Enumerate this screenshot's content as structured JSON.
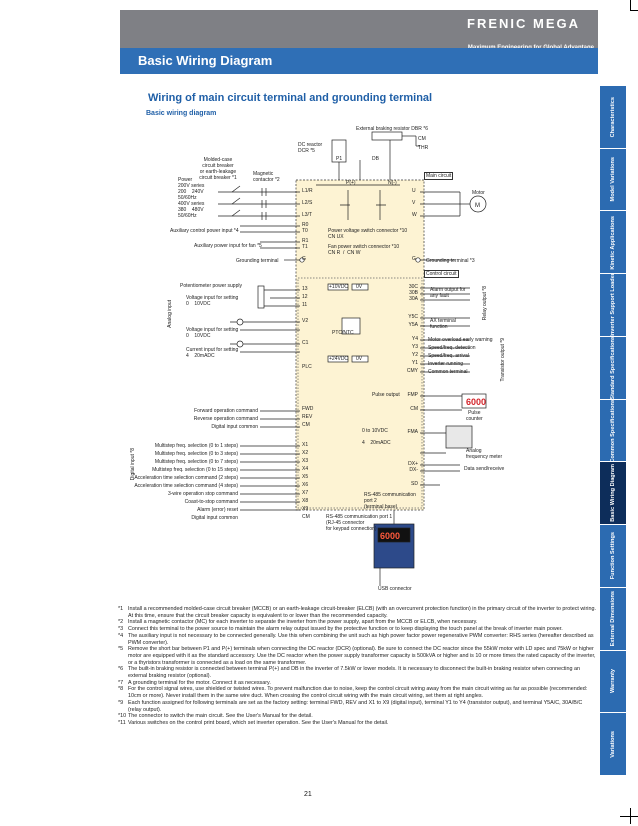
{
  "header": {
    "brand": "FRENIC MEGA",
    "tagline": "Maximum Engineering for Global Advantage",
    "title": "Basic Wiring Diagram"
  },
  "section_title": "Wiring of main circuit terminal and grounding terminal",
  "subsection_title": "Basic wiring diagram",
  "sidebar": {
    "tabs": [
      {
        "label": "Characteristics"
      },
      {
        "label": "Model Variations"
      },
      {
        "label": "Kinetic Applications"
      },
      {
        "label": "Inverter Support Loader"
      },
      {
        "label": "Standard Specifications"
      },
      {
        "label": "Common Specifications"
      },
      {
        "label": "Basic Wiring Diagram"
      },
      {
        "label": "Function Settings"
      },
      {
        "label": "External Dimensions"
      },
      {
        "label": "Warranty"
      },
      {
        "label": "Variations"
      }
    ],
    "active_index": 6
  },
  "diagram": {
    "mccb": "Molded-case\ncircuit breaker\nor earth-leakage\ncircuit breaker *1",
    "mc": "Magnetic\ncontactor *2",
    "power": "Power\n200V series\n200    240V\n50/60Hz\n400V series\n380    480V\n50/60Hz",
    "aux_ctrl": "Auxiliary control power input *4",
    "aux_fan": "Auxiliary power input for fan *5",
    "ground_l": "Grounding terminal",
    "ground_r": "Grounding terminal *3",
    "dcr": "DC reactor\nDCR *5",
    "dbr": "External braking resistor DBR *6",
    "cm_top": "CM",
    "thr": "THR",
    "main_circuit": "Main circuit",
    "motor": "Motor",
    "voltage_sw": "Power voltage switch connector *10\nCN UX",
    "fan_sw": "Fan power switch connector *10\nCN R  /  CN W",
    "control_circuit": "Control circuit",
    "pot": "Potentiometer power supply",
    "v_setting1": "Voltage input for setting\n0    10VDC",
    "analog_input": "Analog input",
    "v_setting2": "Voltage input for setting\n0    10VDC",
    "i_setting": "Current input for setting\n4    20mADC",
    "ptc": "PTC/NTC",
    "fwd": "Forward operation command",
    "rev": "Reverse operation command",
    "dig_common1": "Digital input common",
    "multi": [
      "Multistep freq. selection (0 to 1 steps)",
      "Multistep freq. selection (0 to 3 steps)",
      "Multistep freq. selection (0 to 7 steps)",
      "Multistep freq. selection (0 to 15 steps)",
      "Acceleration time selection command (2 steps)",
      "Acceleration time selection command (4 steps)",
      "3-wire operation stop command",
      "Coast-to-stop command",
      "Alarm (error) reset",
      "Digital input common"
    ],
    "digital_input": "Digital input *8",
    "alarm_out": "Alarm output for\nany fault",
    "relay_out": "Relay output *8",
    "ax_term": "AX terminal\nfunction",
    "transistor_out": [
      "Motor overload early warning",
      "Speed/freq. detection",
      "Speed/freq. arrival",
      "Inverter running",
      "Common terminal"
    ],
    "transistor_label": "Transistor output *9",
    "pulse_out": "Pulse output",
    "pulse_counter": "Pulse\ncounter",
    "counter_value": "6000",
    "analog_meter": "Analog\nfrequency meter",
    "data_send": "Data send/receive",
    "rs485_2": "RS-485 communication\nport 2\n(terminal base)",
    "rs485_1": "RS-485 communication port 1\n(RJ-45 connector\nfor keypad connection)",
    "usb": "USB connector",
    "keypad_value": "6000",
    "fm_range1": "0 to 10VDC",
    "fm_range2": "4    20mADC",
    "terminals_left": [
      "L1/R",
      "L2/S",
      "L3/T",
      "R0",
      "T0",
      "R1",
      "T1",
      "G"
    ],
    "terminals_right": [
      "U",
      "V",
      "W",
      "G"
    ],
    "terminals_ctrl_left": [
      "13",
      "12",
      "11",
      "V2",
      "C1",
      "PLC",
      "FWD",
      "REV",
      "CM",
      "X1",
      "X2",
      "X3",
      "X4",
      "X5",
      "X6",
      "X7",
      "X8",
      "X9",
      "CM"
    ],
    "terminals_ctrl_right": [
      "30C",
      "30B",
      "30A",
      "Y5C",
      "Y5A",
      "Y4",
      "Y3",
      "Y2",
      "Y1",
      "CMY",
      "FMP",
      "CM",
      "FMA",
      "DX+",
      "DX-",
      "SD"
    ],
    "dc_terms": [
      "P1",
      "P(+)",
      "N(-)",
      "DB"
    ],
    "src_10v": "+10VDC",
    "src_0v": "0V",
    "src_24v": "+24VDC",
    "src_0v2": "0V"
  },
  "notes": [
    {
      "k": "*1",
      "t": "Install a recommended molded-case circuit breaker (MCCB) or an earth-leakage circuit-breaker (ELCB) (with an overcurrent protection function) in the primary circuit of the inverter to protect wiring. At this time, ensure that the circuit breaker capacity is equivalent to or lower than the recommended capacity."
    },
    {
      "k": "*2",
      "t": "Install a magnetic contactor (MC) for each inverter to separate the inverter from the power supply, apart from the MCCB or ELCB, when necessary."
    },
    {
      "k": "*3",
      "t": "Connect this terminal to the power source to maintain the alarm relay output issued by the protective function or to keep displaying the touch panel at the break of inverter main power."
    },
    {
      "k": "*4",
      "t": "The auxiliary input is not necessary to be connected generally. Use this when combining the unit such as high power factor power regenerative PWM converter: RHS series (hereafter described as PWM converter)."
    },
    {
      "k": "*5",
      "t": "Remove the short bar between P1 and P(+) terminals when connecting the DC reactor (DCR) (optional). Be sure to connect the DC reactor since the 55kW motor with LD spec and 75kW or higher motor are equipped with it as the standard accessory. Use the DC reactor when the power supply transformer capacity is 500kVA or higher and is 10 or more times the rated capacity of the inverter, or a thyristors transformer is connected as a load on the same transformer."
    },
    {
      "k": "*6",
      "t": "The built-in braking resistor is connected between terminal P(+) and DB in the inverter of 7.5kW or lower models. It is necessary to disconnect the built-in braking resistor when connecting an external braking resistor (optional)."
    },
    {
      "k": "*7",
      "t": "A grounding terminal for the motor. Connect it as necessary."
    },
    {
      "k": "*8",
      "t": "For the control signal wires, use shielded or twisted wires. To prevent malfunction due to noise, keep the control circuit wiring away from the main circuit wiring as far as possible (recommended: 10cm or more). Never install them in the same wire duct. When crossing the control circuit wiring with the main circuit wiring, set them at right angles."
    },
    {
      "k": "*9",
      "t": "Each function assigned for following terminals are set as the factory setting: terminal FWD, REV and X1 to X9 (digital input), terminal Y1 to Y4 (transistor output), and terminal Y5A/C, 30A/B/C (relay output)."
    },
    {
      "k": "*10",
      "t": "The connector to switch the main circuit. See the User's Manual for the detail."
    },
    {
      "k": "*11",
      "t": "Various switches on the control print board, which set inverter operation. See the User's Manual for the detail."
    }
  ],
  "page_number": "21",
  "colors": {
    "brand_gray": "#7f8085",
    "header_blue": "#2f6fb6",
    "title_blue": "#1f5fa7",
    "tab_blue": "#2c6bb1",
    "tab_active": "#0d2d5a",
    "inverter_bg": "#fdf3d3"
  }
}
